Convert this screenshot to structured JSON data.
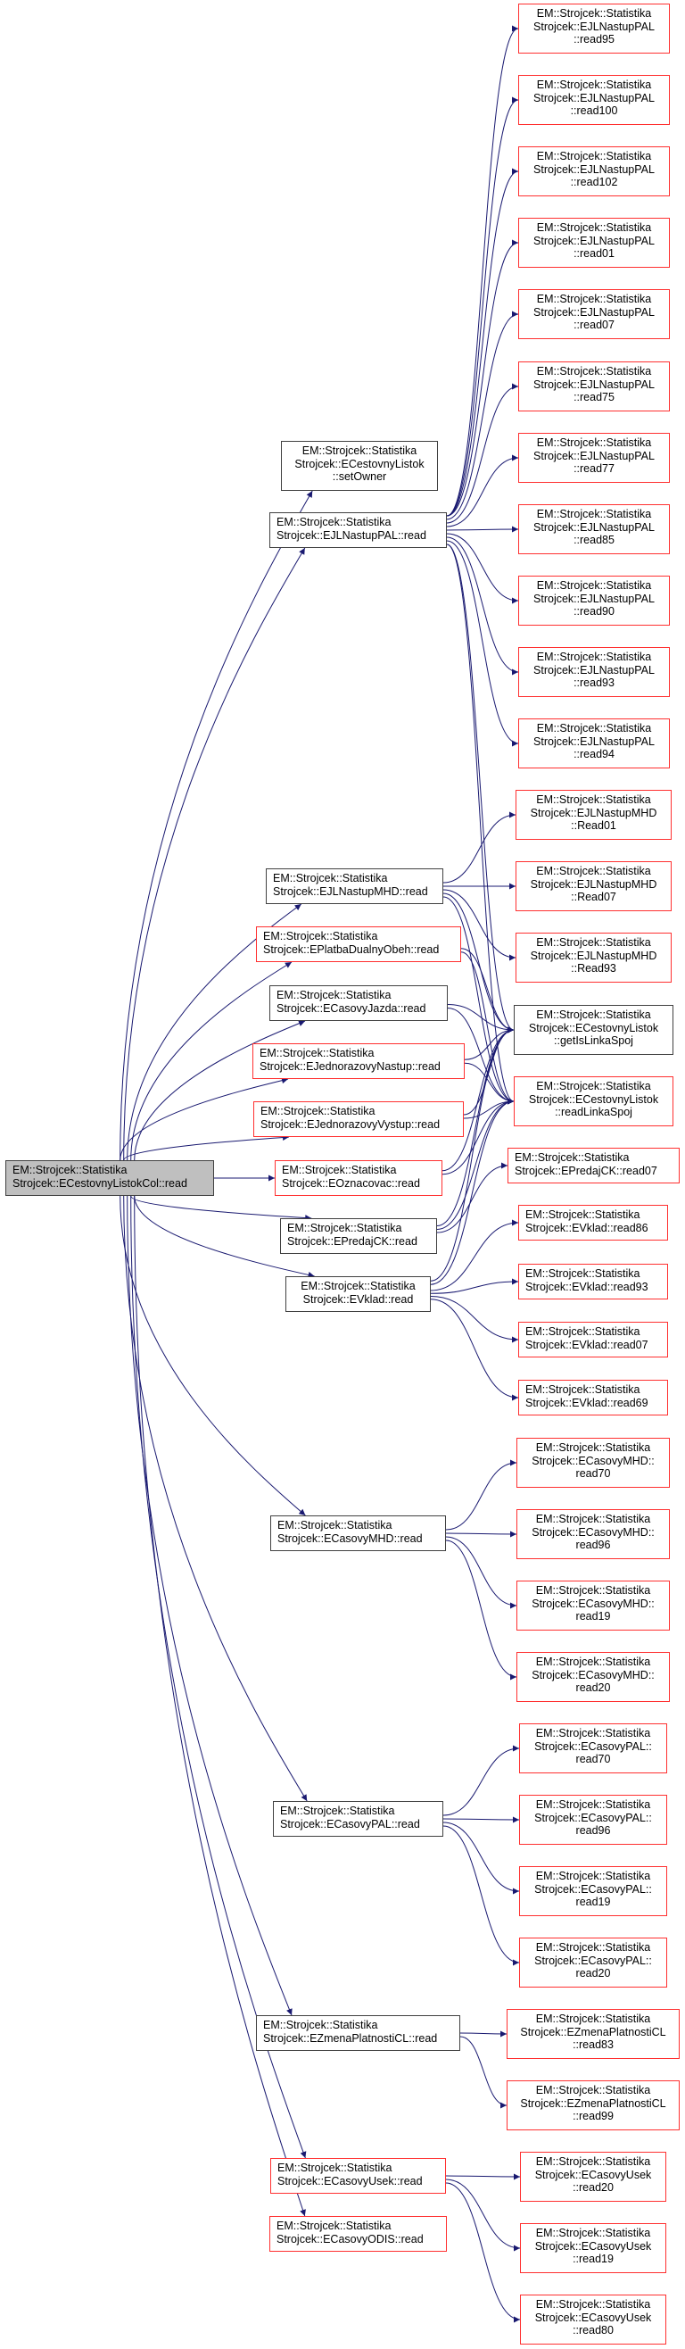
{
  "diagram": {
    "type": "call-graph",
    "edge_color": "#191970",
    "root": {
      "id": "root",
      "lines": [
        "EM::Strojcek::Statistika",
        "Strojcek::ECestovnyListokCol::read"
      ]
    },
    "nodes": [
      {
        "id": "setOwner",
        "style": "black",
        "align": "center",
        "lines": [
          "EM::Strojcek::Statistika",
          "Strojcek::ECestovnyListok",
          "::setOwner"
        ]
      },
      {
        "id": "EJLNastupPAL_read",
        "style": "black",
        "align": "left",
        "lines": [
          "EM::Strojcek::Statistika",
          "Strojcek::EJLNastupPAL::read"
        ]
      },
      {
        "id": "EJLNastupMHD_read",
        "style": "black",
        "align": "left",
        "lines": [
          "EM::Strojcek::Statistika",
          "Strojcek::EJLNastupMHD::read"
        ]
      },
      {
        "id": "EPlatbaDualnyObeh_read",
        "style": "red",
        "align": "left",
        "lines": [
          "EM::Strojcek::Statistika",
          "Strojcek::EPlatbaDualnyObeh::read"
        ]
      },
      {
        "id": "ECasovyJazda_read",
        "style": "black",
        "align": "left",
        "lines": [
          "EM::Strojcek::Statistika",
          "Strojcek::ECasovyJazda::read"
        ]
      },
      {
        "id": "EJednorazovyNastup_read",
        "style": "red",
        "align": "left",
        "lines": [
          "EM::Strojcek::Statistika",
          "Strojcek::EJednorazovyNastup::read"
        ]
      },
      {
        "id": "EJednorazovyVystup_read",
        "style": "red",
        "align": "left",
        "lines": [
          "EM::Strojcek::Statistika",
          "Strojcek::EJednorazovyVystup::read"
        ]
      },
      {
        "id": "EOznacovac_read",
        "style": "red",
        "align": "left",
        "lines": [
          "EM::Strojcek::Statistika",
          "Strojcek::EOznacovac::read"
        ]
      },
      {
        "id": "EPredajCK_read",
        "style": "black",
        "align": "left",
        "lines": [
          "EM::Strojcek::Statistika",
          "Strojcek::EPredajCK::read"
        ]
      },
      {
        "id": "EVklad_read",
        "style": "black",
        "align": "center",
        "lines": [
          "EM::Strojcek::Statistika",
          "Strojcek::EVklad::read"
        ]
      },
      {
        "id": "ECasovyMHD_read",
        "style": "black",
        "align": "left",
        "lines": [
          "EM::Strojcek::Statistika",
          "Strojcek::ECasovyMHD::read"
        ]
      },
      {
        "id": "ECasovyPAL_read",
        "style": "black",
        "align": "left",
        "lines": [
          "EM::Strojcek::Statistika",
          "Strojcek::ECasovyPAL::read"
        ]
      },
      {
        "id": "EZmenaPlatnostiCL_read",
        "style": "black",
        "align": "left",
        "lines": [
          "EM::Strojcek::Statistika",
          "Strojcek::EZmenaPlatnostiCL::read"
        ]
      },
      {
        "id": "ECasovyUsek_read",
        "style": "red",
        "align": "left",
        "lines": [
          "EM::Strojcek::Statistika",
          "Strojcek::ECasovyUsek::read"
        ]
      },
      {
        "id": "ECasovyODIS_read",
        "style": "red",
        "align": "left",
        "lines": [
          "EM::Strojcek::Statistika",
          "Strojcek::ECasovyODIS::read"
        ]
      },
      {
        "id": "PAL_read95",
        "style": "red",
        "align": "center",
        "lines": [
          "EM::Strojcek::Statistika",
          "Strojcek::EJLNastupPAL",
          "::read95"
        ]
      },
      {
        "id": "PAL_read100",
        "style": "red",
        "align": "center",
        "lines": [
          "EM::Strojcek::Statistika",
          "Strojcek::EJLNastupPAL",
          "::read100"
        ]
      },
      {
        "id": "PAL_read102",
        "style": "red",
        "align": "center",
        "lines": [
          "EM::Strojcek::Statistika",
          "Strojcek::EJLNastupPAL",
          "::read102"
        ]
      },
      {
        "id": "PAL_read01",
        "style": "red",
        "align": "center",
        "lines": [
          "EM::Strojcek::Statistika",
          "Strojcek::EJLNastupPAL",
          "::read01"
        ]
      },
      {
        "id": "PAL_read07",
        "style": "red",
        "align": "center",
        "lines": [
          "EM::Strojcek::Statistika",
          "Strojcek::EJLNastupPAL",
          "::read07"
        ]
      },
      {
        "id": "PAL_read75",
        "style": "red",
        "align": "center",
        "lines": [
          "EM::Strojcek::Statistika",
          "Strojcek::EJLNastupPAL",
          "::read75"
        ]
      },
      {
        "id": "PAL_read77",
        "style": "red",
        "align": "center",
        "lines": [
          "EM::Strojcek::Statistika",
          "Strojcek::EJLNastupPAL",
          "::read77"
        ]
      },
      {
        "id": "PAL_read85",
        "style": "red",
        "align": "center",
        "lines": [
          "EM::Strojcek::Statistika",
          "Strojcek::EJLNastupPAL",
          "::read85"
        ]
      },
      {
        "id": "PAL_read90",
        "style": "red",
        "align": "center",
        "lines": [
          "EM::Strojcek::Statistika",
          "Strojcek::EJLNastupPAL",
          "::read90"
        ]
      },
      {
        "id": "PAL_read93",
        "style": "red",
        "align": "center",
        "lines": [
          "EM::Strojcek::Statistika",
          "Strojcek::EJLNastupPAL",
          "::read93"
        ]
      },
      {
        "id": "PAL_read94",
        "style": "red",
        "align": "center",
        "lines": [
          "EM::Strojcek::Statistika",
          "Strojcek::EJLNastupPAL",
          "::read94"
        ]
      },
      {
        "id": "MHD_Read01",
        "style": "red",
        "align": "center",
        "lines": [
          "EM::Strojcek::Statistika",
          "Strojcek::EJLNastupMHD",
          "::Read01"
        ]
      },
      {
        "id": "MHD_Read07",
        "style": "red",
        "align": "center",
        "lines": [
          "EM::Strojcek::Statistika",
          "Strojcek::EJLNastupMHD",
          "::Read07"
        ]
      },
      {
        "id": "MHD_Read93",
        "style": "red",
        "align": "center",
        "lines": [
          "EM::Strojcek::Statistika",
          "Strojcek::EJLNastupMHD",
          "::Read93"
        ]
      },
      {
        "id": "getIsLinkaSpoj",
        "style": "black",
        "align": "center",
        "lines": [
          "EM::Strojcek::Statistika",
          "Strojcek::ECestovnyListok",
          "::getIsLinkaSpoj"
        ]
      },
      {
        "id": "readLinkaSpoj",
        "style": "red",
        "align": "center",
        "lines": [
          "EM::Strojcek::Statistika",
          "Strojcek::ECestovnyListok",
          "::readLinkaSpoj"
        ]
      },
      {
        "id": "EPredajCK_read07",
        "style": "red",
        "align": "left",
        "lines": [
          "EM::Strojcek::Statistika",
          "Strojcek::EPredajCK::read07"
        ]
      },
      {
        "id": "EVklad_read86",
        "style": "red",
        "align": "left",
        "lines": [
          "EM::Strojcek::Statistika",
          "Strojcek::EVklad::read86"
        ]
      },
      {
        "id": "EVklad_read93",
        "style": "red",
        "align": "left",
        "lines": [
          "EM::Strojcek::Statistika",
          "Strojcek::EVklad::read93"
        ]
      },
      {
        "id": "EVklad_read07",
        "style": "red",
        "align": "left",
        "lines": [
          "EM::Strojcek::Statistika",
          "Strojcek::EVklad::read07"
        ]
      },
      {
        "id": "EVklad_read69",
        "style": "red",
        "align": "left",
        "lines": [
          "EM::Strojcek::Statistika",
          "Strojcek::EVklad::read69"
        ]
      },
      {
        "id": "CMHD_read70",
        "style": "red",
        "align": "center",
        "lines": [
          "EM::Strojcek::Statistika",
          "Strojcek::ECasovyMHD::",
          "read70"
        ]
      },
      {
        "id": "CMHD_read96",
        "style": "red",
        "align": "center",
        "lines": [
          "EM::Strojcek::Statistika",
          "Strojcek::ECasovyMHD::",
          "read96"
        ]
      },
      {
        "id": "CMHD_read19",
        "style": "red",
        "align": "center",
        "lines": [
          "EM::Strojcek::Statistika",
          "Strojcek::ECasovyMHD::",
          "read19"
        ]
      },
      {
        "id": "CMHD_read20",
        "style": "red",
        "align": "center",
        "lines": [
          "EM::Strojcek::Statistika",
          "Strojcek::ECasovyMHD::",
          "read20"
        ]
      },
      {
        "id": "CPAL_read70",
        "style": "red",
        "align": "center",
        "lines": [
          "EM::Strojcek::Statistika",
          "Strojcek::ECasovyPAL::",
          "read70"
        ]
      },
      {
        "id": "CPAL_read96",
        "style": "red",
        "align": "center",
        "lines": [
          "EM::Strojcek::Statistika",
          "Strojcek::ECasovyPAL::",
          "read96"
        ]
      },
      {
        "id": "CPAL_read19",
        "style": "red",
        "align": "center",
        "lines": [
          "EM::Strojcek::Statistika",
          "Strojcek::ECasovyPAL::",
          "read19"
        ]
      },
      {
        "id": "CPAL_read20",
        "style": "red",
        "align": "center",
        "lines": [
          "EM::Strojcek::Statistika",
          "Strojcek::ECasovyPAL::",
          "read20"
        ]
      },
      {
        "id": "ZCL_read83",
        "style": "red",
        "align": "center",
        "lines": [
          "EM::Strojcek::Statistika",
          "Strojcek::EZmenaPlatnostiCL",
          "::read83"
        ]
      },
      {
        "id": "ZCL_read99",
        "style": "red",
        "align": "center",
        "lines": [
          "EM::Strojcek::Statistika",
          "Strojcek::EZmenaPlatnostiCL",
          "::read99"
        ]
      },
      {
        "id": "CU_read20",
        "style": "red",
        "align": "center",
        "lines": [
          "EM::Strojcek::Statistika",
          "Strojcek::ECasovyUsek",
          "::read20"
        ]
      },
      {
        "id": "CU_read19",
        "style": "red",
        "align": "center",
        "lines": [
          "EM::Strojcek::Statistika",
          "Strojcek::ECasovyUsek",
          "::read19"
        ]
      },
      {
        "id": "CU_read80",
        "style": "red",
        "align": "center",
        "lines": [
          "EM::Strojcek::Statistika",
          "Strojcek::ECasovyUsek",
          "::read80"
        ]
      }
    ],
    "edges": [
      [
        "root",
        "setOwner"
      ],
      [
        "root",
        "EJLNastupPAL_read"
      ],
      [
        "root",
        "EJLNastupMHD_read"
      ],
      [
        "root",
        "EPlatbaDualnyObeh_read"
      ],
      [
        "root",
        "ECasovyJazda_read"
      ],
      [
        "root",
        "EJednorazovyNastup_read"
      ],
      [
        "root",
        "EJednorazovyVystup_read"
      ],
      [
        "root",
        "EOznacovac_read"
      ],
      [
        "root",
        "EPredajCK_read"
      ],
      [
        "root",
        "EVklad_read"
      ],
      [
        "root",
        "ECasovyMHD_read"
      ],
      [
        "root",
        "ECasovyPAL_read"
      ],
      [
        "root",
        "EZmenaPlatnostiCL_read"
      ],
      [
        "root",
        "ECasovyUsek_read"
      ],
      [
        "root",
        "ECasovyODIS_read"
      ],
      [
        "EJLNastupPAL_read",
        "PAL_read95"
      ],
      [
        "EJLNastupPAL_read",
        "PAL_read100"
      ],
      [
        "EJLNastupPAL_read",
        "PAL_read102"
      ],
      [
        "EJLNastupPAL_read",
        "PAL_read01"
      ],
      [
        "EJLNastupPAL_read",
        "PAL_read07"
      ],
      [
        "EJLNastupPAL_read",
        "PAL_read75"
      ],
      [
        "EJLNastupPAL_read",
        "PAL_read77"
      ],
      [
        "EJLNastupPAL_read",
        "PAL_read85"
      ],
      [
        "EJLNastupPAL_read",
        "PAL_read90"
      ],
      [
        "EJLNastupPAL_read",
        "PAL_read93"
      ],
      [
        "EJLNastupPAL_read",
        "PAL_read94"
      ],
      [
        "EJLNastupPAL_read",
        "getIsLinkaSpoj"
      ],
      [
        "EJLNastupPAL_read",
        "readLinkaSpoj"
      ],
      [
        "EJLNastupMHD_read",
        "MHD_Read01"
      ],
      [
        "EJLNastupMHD_read",
        "MHD_Read07"
      ],
      [
        "EJLNastupMHD_read",
        "MHD_Read93"
      ],
      [
        "EJLNastupMHD_read",
        "getIsLinkaSpoj"
      ],
      [
        "EJLNastupMHD_read",
        "readLinkaSpoj"
      ],
      [
        "EPlatbaDualnyObeh_read",
        "getIsLinkaSpoj"
      ],
      [
        "EPlatbaDualnyObeh_read",
        "readLinkaSpoj"
      ],
      [
        "ECasovyJazda_read",
        "getIsLinkaSpoj"
      ],
      [
        "ECasovyJazda_read",
        "readLinkaSpoj"
      ],
      [
        "EJednorazovyNastup_read",
        "getIsLinkaSpoj"
      ],
      [
        "EJednorazovyNastup_read",
        "readLinkaSpoj"
      ],
      [
        "EJednorazovyVystup_read",
        "getIsLinkaSpoj"
      ],
      [
        "EJednorazovyVystup_read",
        "readLinkaSpoj"
      ],
      [
        "EOznacovac_read",
        "getIsLinkaSpoj"
      ],
      [
        "EOznacovac_read",
        "readLinkaSpoj"
      ],
      [
        "EPredajCK_read",
        "getIsLinkaSpoj"
      ],
      [
        "EPredajCK_read",
        "readLinkaSpoj"
      ],
      [
        "EPredajCK_read",
        "EPredajCK_read07"
      ],
      [
        "EVklad_read",
        "getIsLinkaSpoj"
      ],
      [
        "EVklad_read",
        "readLinkaSpoj"
      ],
      [
        "EVklad_read",
        "EVklad_read86"
      ],
      [
        "EVklad_read",
        "EVklad_read93"
      ],
      [
        "EVklad_read",
        "EVklad_read07"
      ],
      [
        "EVklad_read",
        "EVklad_read69"
      ],
      [
        "ECasovyMHD_read",
        "CMHD_read70"
      ],
      [
        "ECasovyMHD_read",
        "CMHD_read96"
      ],
      [
        "ECasovyMHD_read",
        "CMHD_read19"
      ],
      [
        "ECasovyMHD_read",
        "CMHD_read20"
      ],
      [
        "ECasovyPAL_read",
        "CPAL_read70"
      ],
      [
        "ECasovyPAL_read",
        "CPAL_read96"
      ],
      [
        "ECasovyPAL_read",
        "CPAL_read19"
      ],
      [
        "ECasovyPAL_read",
        "CPAL_read20"
      ],
      [
        "EZmenaPlatnostiCL_read",
        "ZCL_read83"
      ],
      [
        "EZmenaPlatnostiCL_read",
        "ZCL_read99"
      ],
      [
        "ECasovyUsek_read",
        "CU_read20"
      ],
      [
        "ECasovyUsek_read",
        "CU_read19"
      ],
      [
        "ECasovyUsek_read",
        "CU_read80"
      ]
    ]
  }
}
